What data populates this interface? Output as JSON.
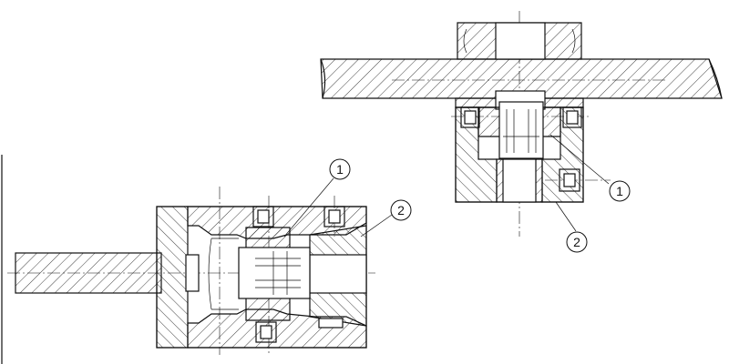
{
  "callouts": {
    "bottom_left": [
      {
        "label": "1"
      },
      {
        "label": "2"
      }
    ],
    "top_right": [
      {
        "label": "1"
      },
      {
        "label": "2"
      }
    ]
  },
  "colors": {
    "line": "#111111",
    "background": "#ffffff"
  }
}
